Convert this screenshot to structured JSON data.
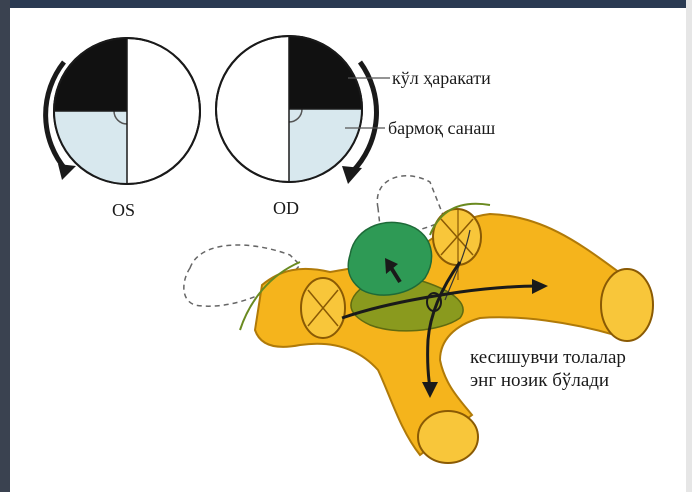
{
  "labels": {
    "left_eye": "OS",
    "right_eye": "OD",
    "hand_motion": "кўл ҳаракати",
    "finger_count": "бармоқ санаш",
    "crossing_line1": "кесишувчи толалар",
    "crossing_line2": "энг нозик бўлади"
  },
  "colors": {
    "frame_top": "#2a3a52",
    "frame_left": "#3a4250",
    "field_dark": "#111111",
    "field_light": "#d8e8ee",
    "nerve_fill": "#f5b41c",
    "nerve_edge": "#b07a08",
    "chiasm_green": "#2e9a55",
    "chiasm_olive": "#8a9a1e",
    "arrow": "#1a1a1a"
  }
}
